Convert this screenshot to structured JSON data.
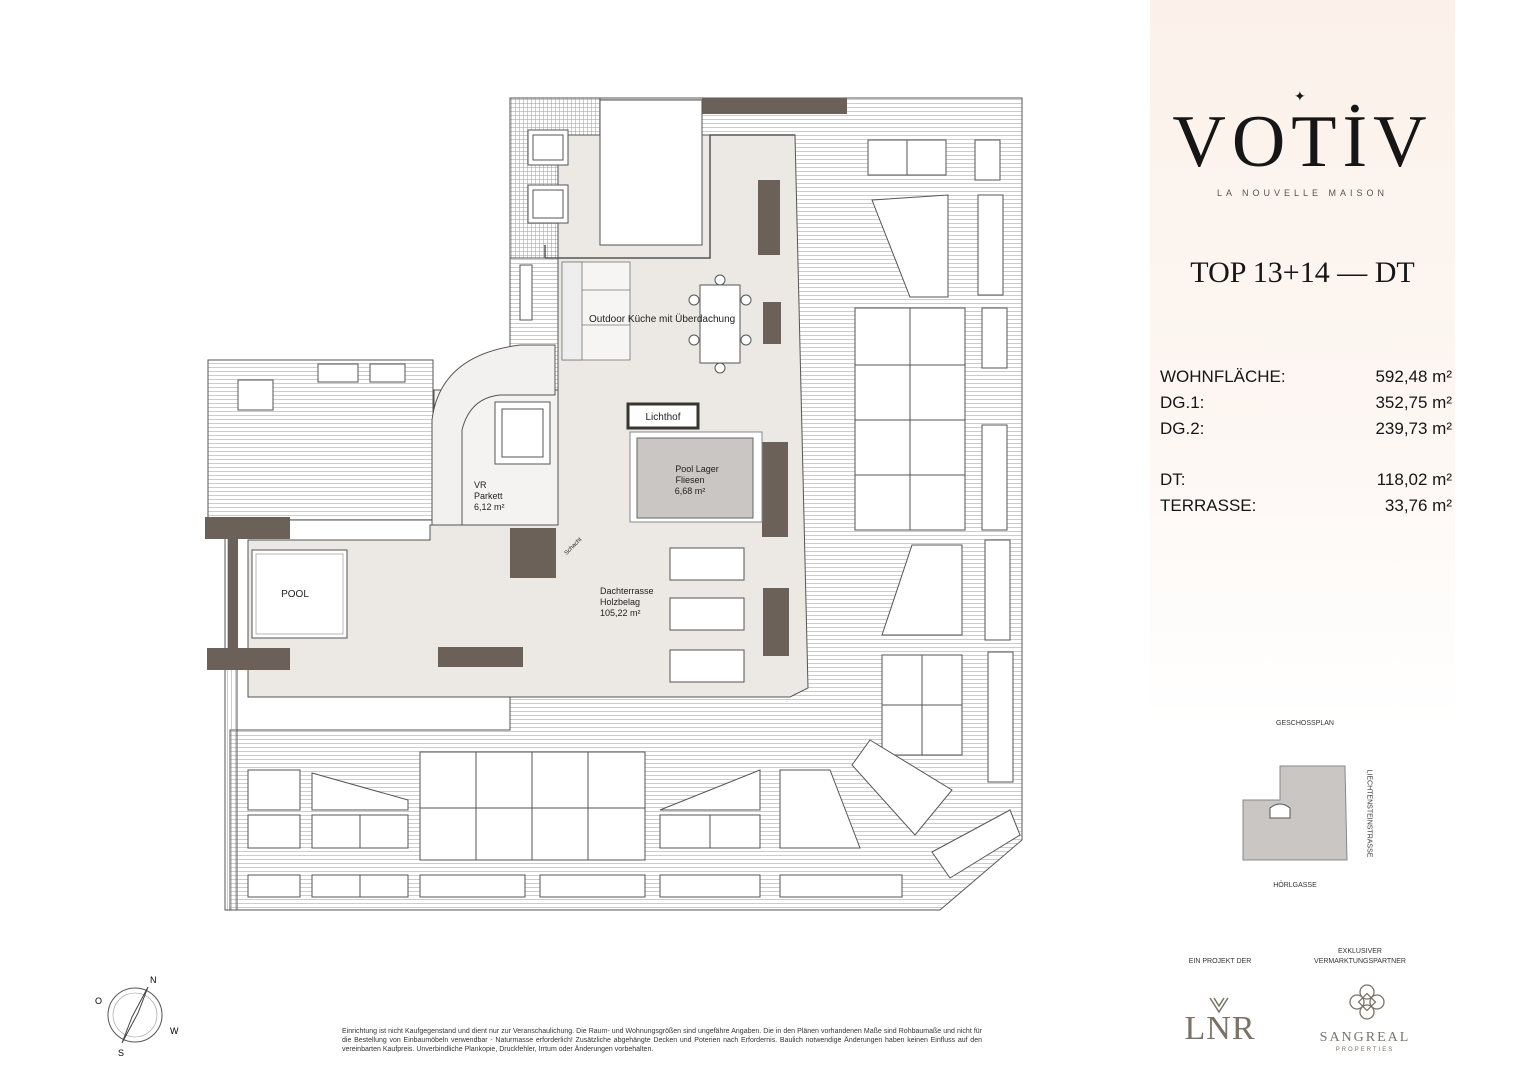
{
  "brand": {
    "logo": "VOTİV",
    "tagline": "LA NOUVELLE MAISON"
  },
  "unit_title": "TOP 13+14 — DT",
  "areas": [
    {
      "label": "WOHNFLÄCHE:",
      "value": "592,48 m²"
    },
    {
      "label": "DG.1:",
      "value": "352,75 m²"
    },
    {
      "label": "DG.2:",
      "value": "239,73 m²"
    },
    {
      "label": "DT:",
      "value": "118,02 m²"
    },
    {
      "label": "TERRASSE:",
      "value": "33,76 m²"
    }
  ],
  "rooms": {
    "outdoor_kitchen": "Outdoor Küche mit Überdachung",
    "lichthof": "Lichthof",
    "pool_lager_1": "Pool Lager",
    "pool_lager_2": "Fliesen",
    "pool_lager_3": "6,68 m²",
    "vr_1": "VR",
    "vr_2": "Parkett",
    "vr_3": "6,12 m²",
    "pool": "POOL",
    "terrace_1": "Dachterrasse",
    "terrace_2": "Holzbelag",
    "terrace_3": "105,22 m²",
    "schacht": "Schacht"
  },
  "compass": {
    "n": "N",
    "o": "O",
    "w": "W",
    "s": "S"
  },
  "site_plan": {
    "title": "GESCHOSSPLAN",
    "street_right": "LIECHTENSTEINSTRASSE",
    "street_bottom": "HÖRLGASSE"
  },
  "partners": {
    "project_by": "EIN PROJEKT DER",
    "exclusive_1": "EXKLUSIVER",
    "exclusive_2": "VERMARKTUNGSPARTNER",
    "lnr": "LNR",
    "sangreal": "SANGREAL",
    "sangreal_sub": "PROPERTIES"
  },
  "disclaimer": "Einrichtung ist nicht Kaufgegenstand und dient nur zur Veranschaulichung. Die Raum- und Wohnungsgrößen sind ungefähre Angaben. Die in den Plänen vorhandenen Maße sind Rohbaumaße und nicht für die Bestellung von Einbaumöbeln verwendbar - Naturmasse erforderlich! Zusätzliche abgehängte Decken und Poterien nach Erfordernis. Baulich notwendige Änderungen haben keinen Einfluss auf den vereinbarten Kaufpreis. Unverbindliche Plankopie, Druckfehler, Irrtum oder Änderungen vorbehalten.",
  "colors": {
    "wall": "#6b6158",
    "floor": "#ece8e4",
    "pool": "#c9c6c3",
    "panel": "#fbf1ea",
    "line": "#555555"
  }
}
